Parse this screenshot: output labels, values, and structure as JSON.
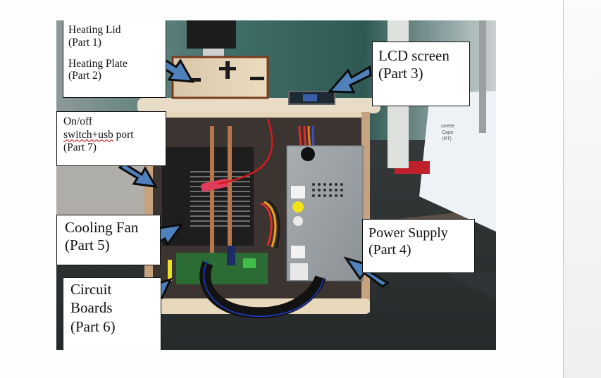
{
  "document": {
    "figure": {
      "description": "Annotated photo of thermocycler device internals",
      "callouts": [
        {
          "id": "part1-2",
          "lines": [
            "Heating Lid",
            "(Part 1)",
            "Heating Plate",
            "(Part 2)"
          ]
        },
        {
          "id": "part3",
          "lines": [
            "LCD screen",
            "(Part 3)"
          ]
        },
        {
          "id": "part7",
          "lines": [
            "On/off",
            "switch+usb port",
            "(Part 7)"
          ],
          "misspelled_word": "switch+usb"
        },
        {
          "id": "part5",
          "lines": [
            "Cooling Fan",
            "(Part 5)"
          ]
        },
        {
          "id": "part4",
          "lines": [
            "Power Supply",
            "(Part 4)"
          ]
        },
        {
          "id": "part6",
          "lines": [
            "Circuit",
            "Boards",
            "(Part 6)"
          ]
        }
      ],
      "arrow_color": "#4f81bd",
      "photo_note_text": [
        "uvette",
        "Caps",
        "(RT)"
      ]
    }
  }
}
